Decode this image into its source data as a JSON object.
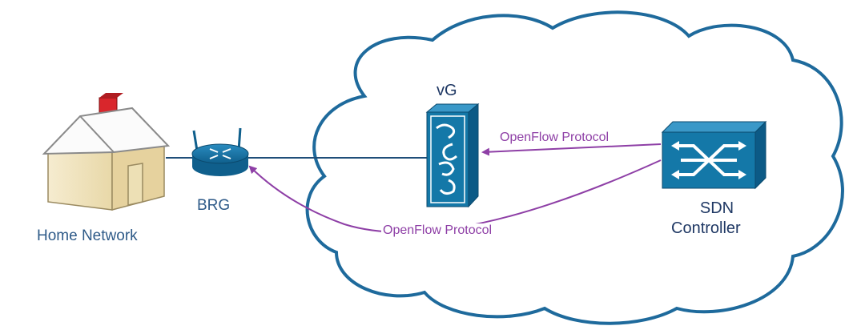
{
  "labels": {
    "home": "Home Network",
    "brg": "BRG",
    "vg": "vG",
    "sdn_line1": "SDN",
    "sdn_line2": "Controller",
    "openflow_upper": "OpenFlow Protocol",
    "openflow_lower": "OpenFlow Protocol"
  },
  "colors": {
    "cloud_stroke": "#1e6a9c",
    "link_line": "#1f4e79",
    "openflow_arrow": "#8e3fa6",
    "device_blue": "#1478a8",
    "house_wall": "#f3e7c4",
    "house_roof": "#fbfbfb",
    "chimney": "#d9262c"
  },
  "icons": {
    "house": "house-icon",
    "router": "router-icon",
    "gateway": "virtual-gateway-icon",
    "controller": "sdn-controller-icon"
  }
}
